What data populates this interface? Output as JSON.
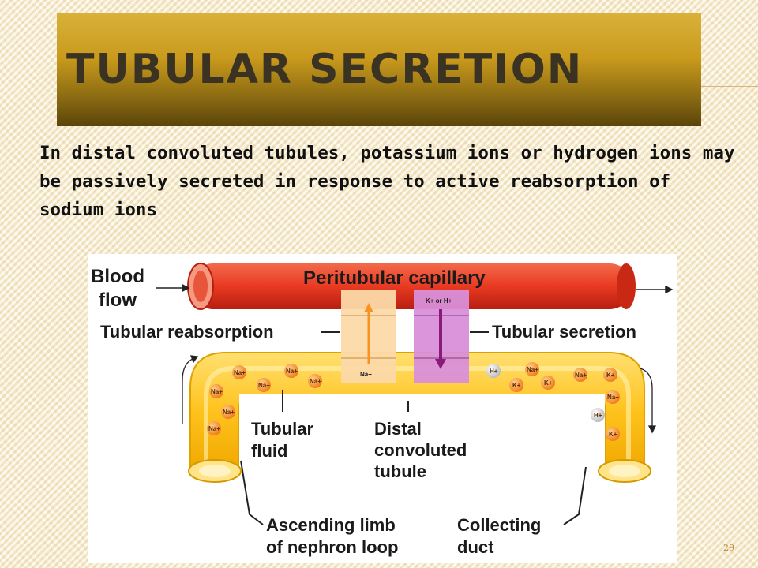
{
  "slide": {
    "title": "Tubular Secretion",
    "body": "In distal convoluted tubules, potassium ions or hydrogen ions may be passively secreted in response to active reabsorption of sodium ions",
    "page_number": "29"
  },
  "figure": {
    "labels": {
      "blood_flow_1": "Blood",
      "blood_flow_2": "flow",
      "capillary": "Peritubular capillary",
      "reabsorption": "Tubular reabsorption",
      "secretion": "Tubular secretion",
      "fluid_1": "Tubular",
      "fluid_2": "fluid",
      "dct_1": "Distal",
      "dct_2": "convoluted",
      "dct_3": "tubule",
      "limb_1": "Ascending limb",
      "limb_2": "of nephron loop",
      "duct_1": "Collecting",
      "duct_2": "duct"
    },
    "channel_labels": {
      "na": "Na+",
      "k_or_h": "K+ or H+"
    },
    "ions": {
      "na": "Na+",
      "k": "K+",
      "h": "H+"
    }
  }
}
